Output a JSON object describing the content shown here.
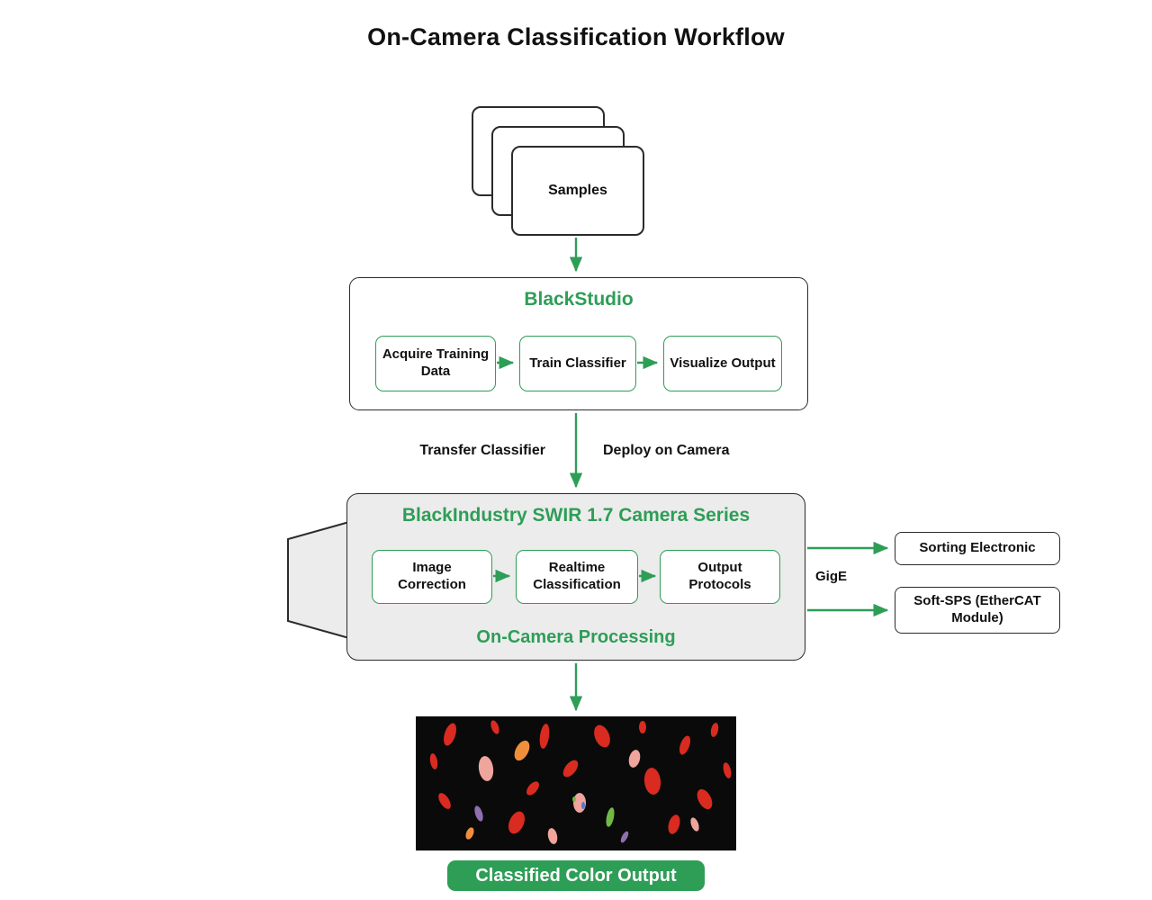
{
  "title": "On-Camera Classification Workflow",
  "samples": {
    "label": "Samples"
  },
  "blackstudio": {
    "title": "BlackStudio",
    "steps": [
      "Acquire Training Data",
      "Train Classifier",
      "Visualize Output"
    ]
  },
  "deploy": {
    "left_label": "Transfer Classifier",
    "right_label": "Deploy on Camera"
  },
  "camera": {
    "title": "BlackIndustry SWIR 1.7 Camera Series",
    "steps": [
      "Image Correction",
      "Realtime Classification",
      "Output Protocols"
    ],
    "subtitle": "On-Camera Processing"
  },
  "outputs": {
    "link_label": "GigE",
    "targets": [
      "Sorting Electronic",
      "Soft-SPS (EtherCAT Module)"
    ]
  },
  "result": {
    "badge": "Classified Color Output"
  },
  "colors": {
    "accent_green": "#2e9e57",
    "box_border": "#2b2b2b",
    "camera_fill": "#ececec",
    "image_background": "#0a0a0a"
  }
}
